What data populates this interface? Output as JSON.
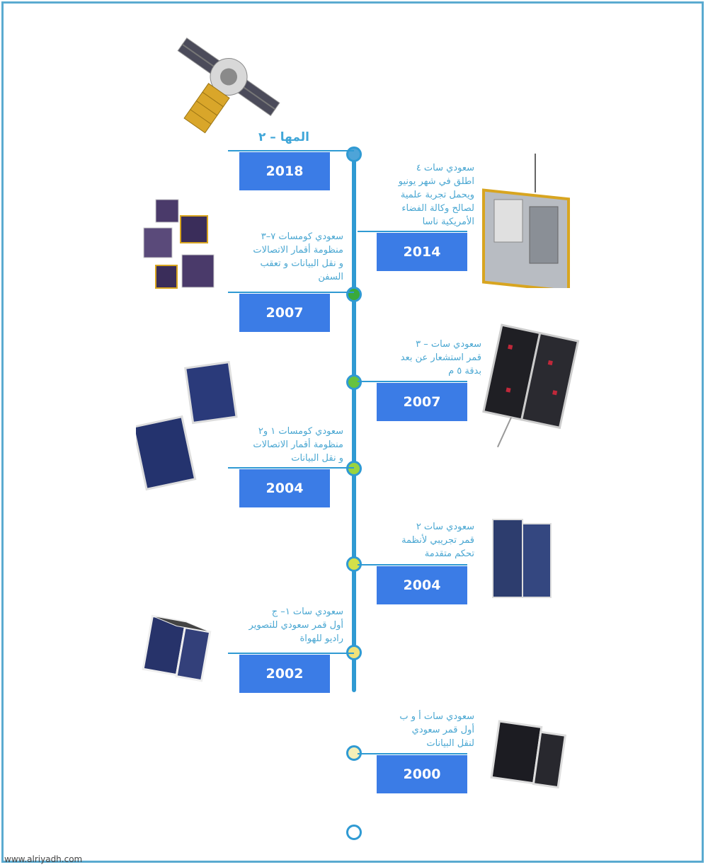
{
  "header": {
    "satellite_label": "المها – ٢"
  },
  "entries": [
    {
      "year": "2018",
      "description": ""
    },
    {
      "year": "2014",
      "description": "سعودي سات ٤\nاطلق في شهر يونيو\nويحمل تجربة علمية\nلصالح وكالة الفضاء\nالأمريكية ناسا"
    },
    {
      "year": "2007",
      "description": "سعودي كومسات ٧–٣\nمنظومة أقمار الاتصالات\nو نقل البيانات و تعقب\nالسفن"
    },
    {
      "year": "2007",
      "description": "سعودي سات – ٣\nقمر استشعار عن بعد\nبدقة ٥ م"
    },
    {
      "year": "2004",
      "description": "سعودي كومسات ١ و٢\nمنظومة أقمار الاتصالات\nو نقل البيانات"
    },
    {
      "year": "2004",
      "description": "سعودي سات ٢\nقمر تجريبي لأنظمة\nتحكم متقدمة"
    },
    {
      "year": "2002",
      "description": "سعودي سات ١– ج\nأول قمر سعودي للتصوير\nراديو للهواة"
    },
    {
      "year": "2000",
      "description": "سعودي سات أ و ب\nأول قمر سعودي\nلنقل البيانات"
    }
  ],
  "footer": {
    "watermark": "www.alriyadh.com"
  },
  "colors": {
    "axis": "#2f9ad3",
    "year_box": "#3b7ce6",
    "text": "#4aa7d2"
  }
}
